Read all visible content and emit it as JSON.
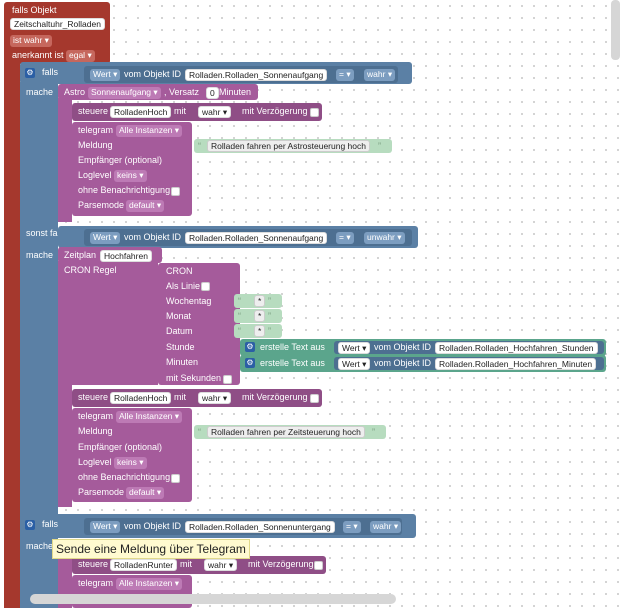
{
  "root": {
    "title": "falls Objekt",
    "object_id": "Zeitschaltuhr_Rolladen",
    "condition": "ist wahr",
    "ack_label": "anerkannt ist",
    "ack_value": "egal"
  },
  "if1": {
    "falls": "falls",
    "value_label": "Wert",
    "from_object": "vom Objekt ID",
    "object_id": "Rolladen.Rolladen_Sonnenaufgang",
    "op": "=",
    "cmp": "wahr",
    "mache": "mache",
    "astro_label": "Astro",
    "astro_event": "Sonnenaufgang",
    "offset_label": ", Versatz",
    "offset_value": "0",
    "minutes_label": "Minuten",
    "control_label": "steuere",
    "control_target": "RolladenHoch",
    "mit": "mit",
    "control_value": "wahr",
    "delay_label": "mit Verzögerung",
    "telegram_label": "telegram",
    "telegram_instance": "Alle Instanzen",
    "meldung_label": "Meldung",
    "meldung_text": "Rolladen fahren per Astrosteuerung hoch",
    "receiver_label": "Empfänger (optional)",
    "loglevel_label": "Loglevel",
    "loglevel_value": "keins",
    "no_notify_label": "ohne Benachrichtigung",
    "parsemode_label": "Parsemode",
    "parsemode_value": "default"
  },
  "elseif": {
    "label": "sonst falls",
    "value_label": "Wert",
    "from_object": "vom Objekt ID",
    "object_id": "Rolladen.Rolladen_Sonnenaufgang",
    "op": "=",
    "cmp": "unwahr",
    "mache": "mache",
    "zeitplan_label": "Zeitplan",
    "zeitplan_name": "Hochfahren",
    "cron_rule_label": "CRON Regel",
    "cron_label": "CRON",
    "line_label": "Als Linie",
    "weekday_label": "Wochentag",
    "weekday_value": "*",
    "month_label": "Monat",
    "month_value": "*",
    "date_label": "Datum",
    "date_value": "*",
    "hour_label": "Stunde",
    "minute_label": "Minuten",
    "create_text": "erstelle Text aus",
    "hour_object": "Rolladen.Rolladen_Hochfahren_Stunden",
    "minute_object": "Rolladen.Rolladen_Hochfahren_Minuten",
    "seconds_label": "mit Sekunden",
    "control_label": "steuere",
    "control_target": "RolladenHoch",
    "mit": "mit",
    "control_value": "wahr",
    "delay_label": "mit Verzögerung",
    "telegram_label": "telegram",
    "telegram_instance": "Alle Instanzen",
    "meldung_label": "Meldung",
    "meldung_text": "Rolladen fahren per Zeitsteuerung hoch",
    "receiver_label": "Empfänger (optional)",
    "loglevel_label": "Loglevel",
    "loglevel_value": "keins",
    "no_notify_label": "ohne Benachrichtigung",
    "parsemode_label": "Parsemode",
    "parsemode_value": "default"
  },
  "if2": {
    "falls": "falls",
    "value_label": "Wert",
    "from_object": "vom Objekt ID",
    "object_id": "Rolladen.Rolladen_Sonnenuntergang",
    "op": "=",
    "cmp": "wahr",
    "mache": "mache",
    "control_label": "steuere",
    "control_target": "RolladenRunter",
    "mit": "mit",
    "control_value": "wahr",
    "delay_label": "mit Verzögerung",
    "telegram_label": "telegram",
    "telegram_instance": "Alle Instanzen"
  },
  "tooltip": "Sende eine Meldung über Telegram",
  "quote_open": "“",
  "quote_close": "”",
  "dropdown_arrow": "▾",
  "colors": {
    "event": "#a5382d",
    "logic": "#5b80a5",
    "action": "#a55b9b",
    "text": "#5ba58c",
    "string": "#b7dcbf"
  }
}
